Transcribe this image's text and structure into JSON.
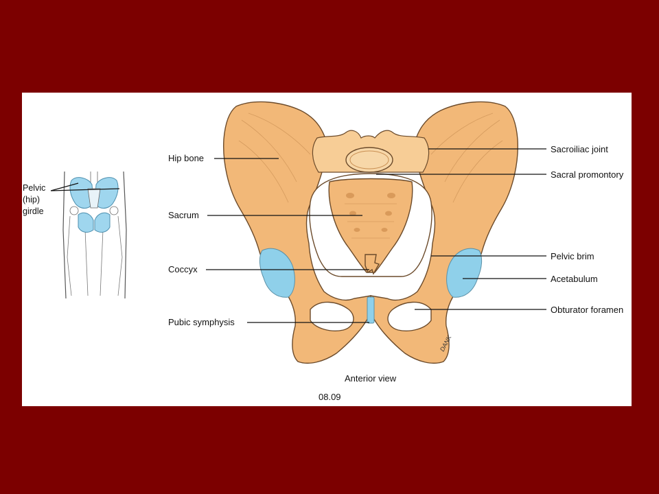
{
  "labels": {
    "hip_bone": "Hip bone",
    "sacrum": "Sacrum",
    "coccyx": "Coccyx",
    "pubic_symphysis": "Pubic symphysis",
    "sacroiliac_joint": "Sacroiliac joint",
    "sacral_promontory": "Sacral promontory",
    "pelvic_brim": "Pelvic brim",
    "acetabulum": "Acetabulum",
    "obturator_foramen": "Obturator foramen"
  },
  "inset": {
    "line1": "Pelvic",
    "line2": "(hip)",
    "line3": "girdle"
  },
  "caption": "Anterior view",
  "figure_number": "08.09",
  "signature": "DANK",
  "colors": {
    "background": "#7c0000",
    "panel": "#ffffff",
    "bone": "#f2b878",
    "cartilage": "#8fd0ea"
  }
}
